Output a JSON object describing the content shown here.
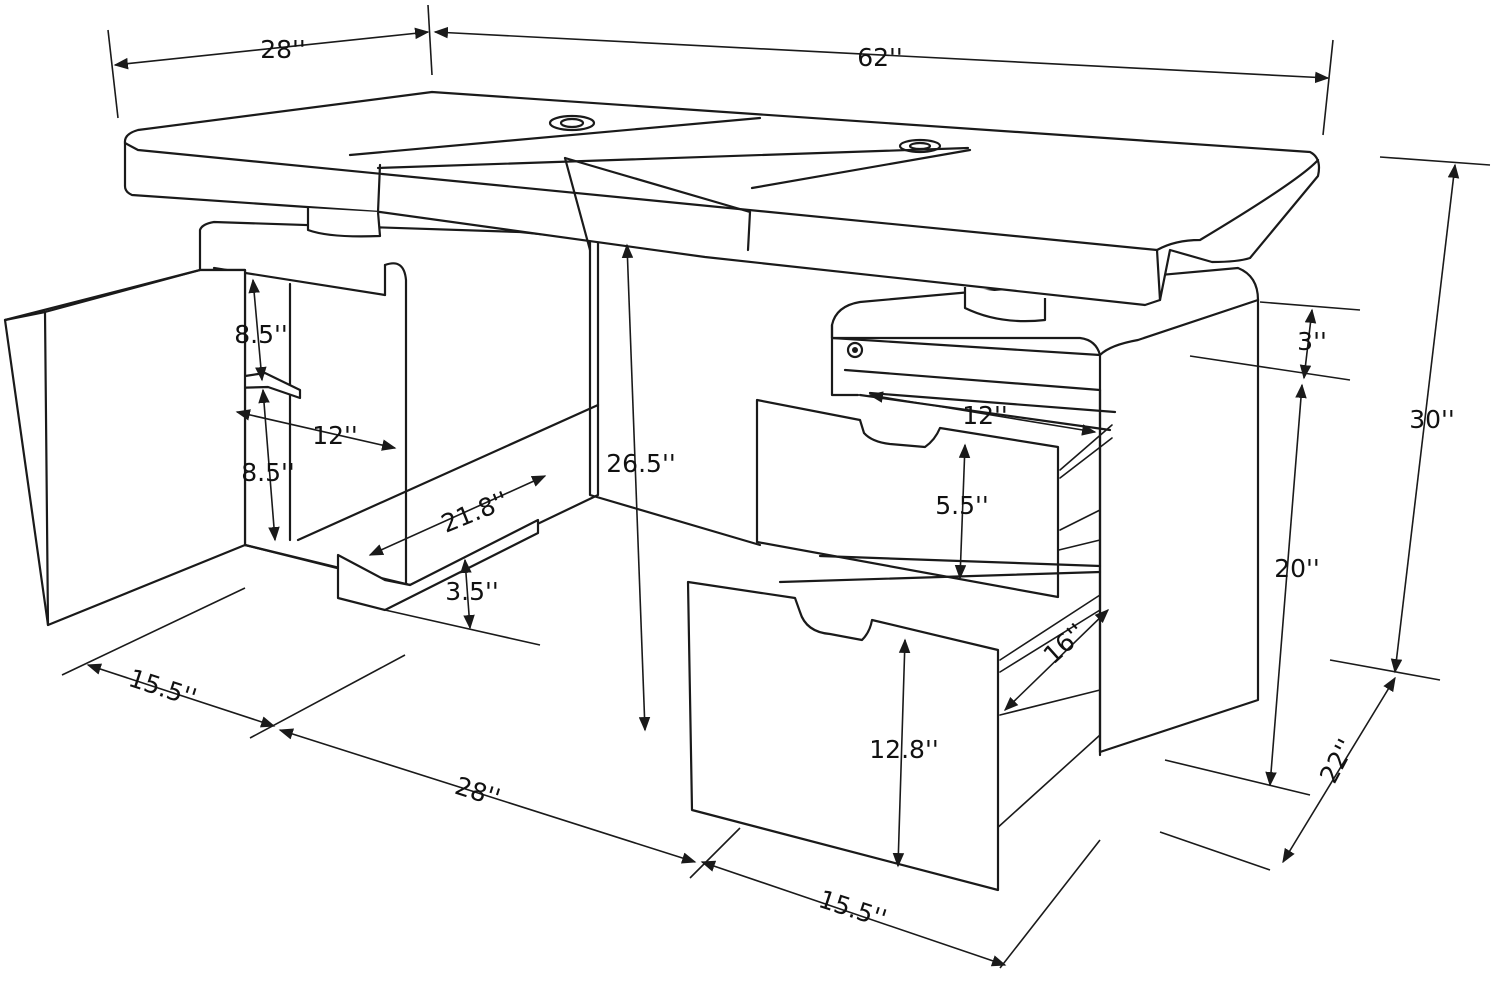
{
  "diagram": {
    "dimensions": {
      "top_left_depth": "28''",
      "top_width": "62''",
      "total_height": "30''",
      "apron_height": "3''",
      "cabinet_height": "20''",
      "side_depth": "22''",
      "shelf_upper": "8.5''",
      "shelf_lower": "8.5''",
      "shelf_width": "12''",
      "shelf_depth": "21.8''",
      "base_clearance": "3.5''",
      "knee_height": "26.5''",
      "drawer_width": "12''",
      "drawer_small_height": "5.5''",
      "drawer_depth": "16''",
      "drawer_large_height": "12.8''",
      "base_left_depth": "15.5''",
      "base_middle": "28''",
      "base_right_depth": "15.5''"
    },
    "colors": {
      "stroke": "#1a1a1a",
      "background": "#ffffff"
    }
  }
}
